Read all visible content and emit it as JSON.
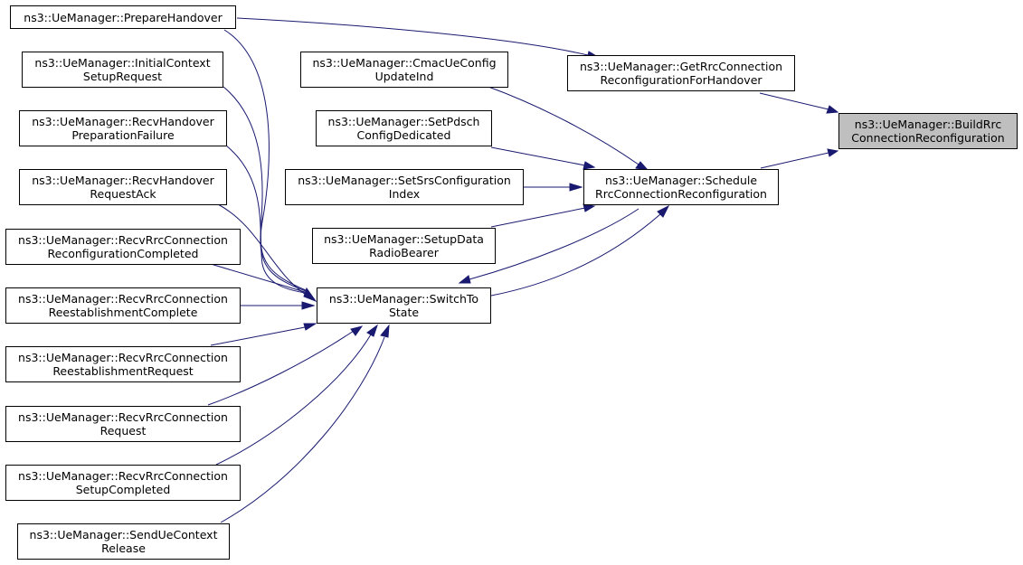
{
  "colors": {
    "edge": "#191970",
    "node_border": "#000000",
    "focus_fill": "#bfbfbf",
    "node_fill": "#ffffff"
  },
  "nodes": {
    "build": {
      "line1": "ns3::UeManager::BuildRrc",
      "line2": "ConnectionReconfiguration"
    },
    "get_rrc": {
      "line1": "ns3::UeManager::GetRrcConnection",
      "line2": "ReconfigurationForHandover"
    },
    "schedule": {
      "line1": "ns3::UeManager::Schedule",
      "line2": "RrcConnectionReconfiguration"
    },
    "prepare": {
      "line1": "ns3::UeManager::PrepareHandover"
    },
    "cmac": {
      "line1": "ns3::UeManager::CmacUeConfig",
      "line2": "UpdateInd"
    },
    "pdsch": {
      "line1": "ns3::UeManager::SetPdsch",
      "line2": "ConfigDedicated"
    },
    "srs": {
      "line1": "ns3::UeManager::SetSrsConfiguration",
      "line2": "Index"
    },
    "setup_drb": {
      "line1": "ns3::UeManager::SetupData",
      "line2": "RadioBearer"
    },
    "switch": {
      "line1": "ns3::UeManager::SwitchTo",
      "line2": "State"
    },
    "initial_ctx": {
      "line1": "ns3::UeManager::InitialContext",
      "line2": "SetupRequest"
    },
    "ho_prep_fail": {
      "line1": "ns3::UeManager::RecvHandover",
      "line2": "PreparationFailure"
    },
    "ho_req_ack": {
      "line1": "ns3::UeManager::RecvHandover",
      "line2": "RequestAck"
    },
    "reconf_done": {
      "line1": "ns3::UeManager::RecvRrcConnection",
      "line2": "ReconfigurationCompleted"
    },
    "reest_done": {
      "line1": "ns3::UeManager::RecvRrcConnection",
      "line2": "ReestablishmentComplete"
    },
    "reest_req": {
      "line1": "ns3::UeManager::RecvRrcConnection",
      "line2": "ReestablishmentRequest"
    },
    "conn_req": {
      "line1": "ns3::UeManager::RecvRrcConnection",
      "line2": "Request"
    },
    "setup_done": {
      "line1": "ns3::UeManager::RecvRrcConnection",
      "line2": "SetupCompleted"
    },
    "send_release": {
      "line1": "ns3::UeManager::SendUeContext",
      "line2": "Release"
    }
  }
}
